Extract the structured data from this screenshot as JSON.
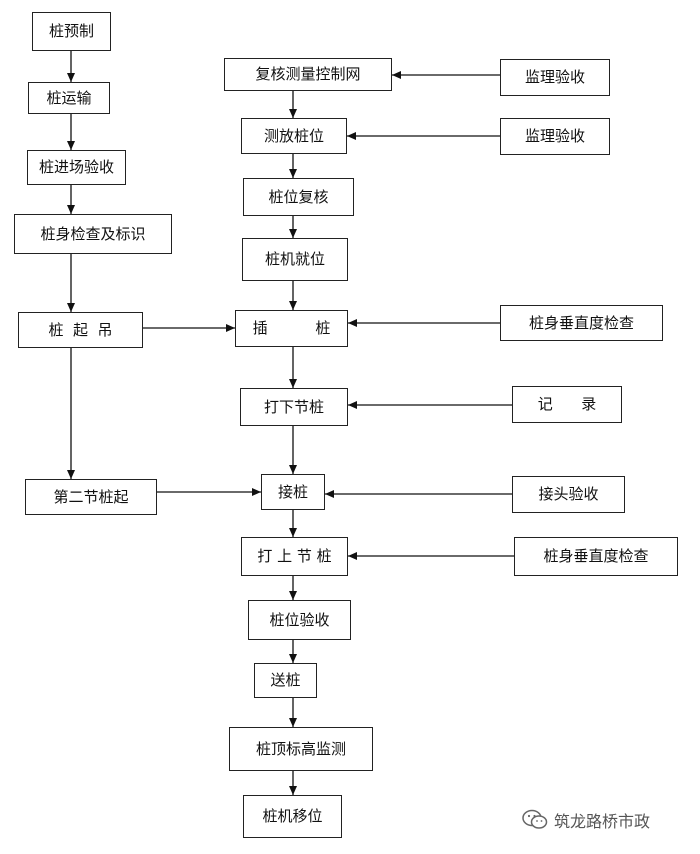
{
  "flowchart": {
    "left_column": {
      "pile_prefab": "桩预制",
      "pile_transport": "桩运输",
      "pile_arrival_inspection": "桩进场验收",
      "pile_body_check_marking": "桩身检查及标识",
      "pile_lifting": "桩  起  吊",
      "second_section_lifting": "第二节桩起"
    },
    "main_column": {
      "recheck_control_network": "复核测量控制网",
      "stakeout_pile_position": "测放桩位",
      "pile_position_recheck": "桩位复核",
      "pile_driver_in_place": "桩机就位",
      "insert_pile": "插          桩",
      "drive_lower_section": "打下节桩",
      "splice_pile": "接桩",
      "drive_upper_section": "打 上 节 桩",
      "pile_position_acceptance": "桩位验收",
      "send_pile": "送桩",
      "pile_top_elevation_monitoring": "桩顶标高监测",
      "pile_driver_relocation": "桩机移位"
    },
    "right_column": {
      "supervision_acceptance_1": "监理验收",
      "supervision_acceptance_2": "监理验收",
      "verticality_check_1": "桩身垂直度检查",
      "record": "记      录",
      "joint_acceptance": "接头验收",
      "verticality_check_2": "桩身垂直度检查"
    }
  },
  "watermark": {
    "text": "筑龙路桥市政",
    "icon": "wechat-icon"
  }
}
